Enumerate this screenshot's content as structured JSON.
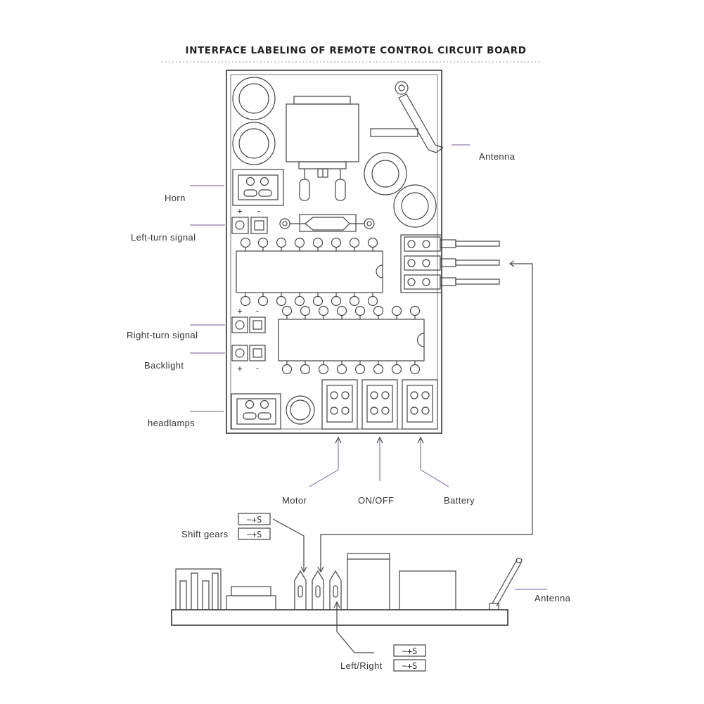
{
  "title": "INTERFACE LABELING OF REMOTE CONTROL CIRCUIT BOARD",
  "labels": {
    "antenna_top": "Antenna",
    "horn": "Horn",
    "left_turn": "Left-turn signal",
    "right_turn": "Right-turn signal",
    "backlight": "Backlight",
    "headlamps": "headlamps",
    "motor": "Motor",
    "on_off": "ON/OFF",
    "battery": "Battery",
    "shift_gears": "Shift gears",
    "antenna_bottom": "Antenna",
    "left_right": "Left/Right"
  },
  "pin_code": "−+S",
  "polarity": {
    "plus": "+",
    "minus": "-"
  },
  "colors": {
    "line": "#444444",
    "pointer": "#7a5a9a",
    "text": "#333333"
  }
}
